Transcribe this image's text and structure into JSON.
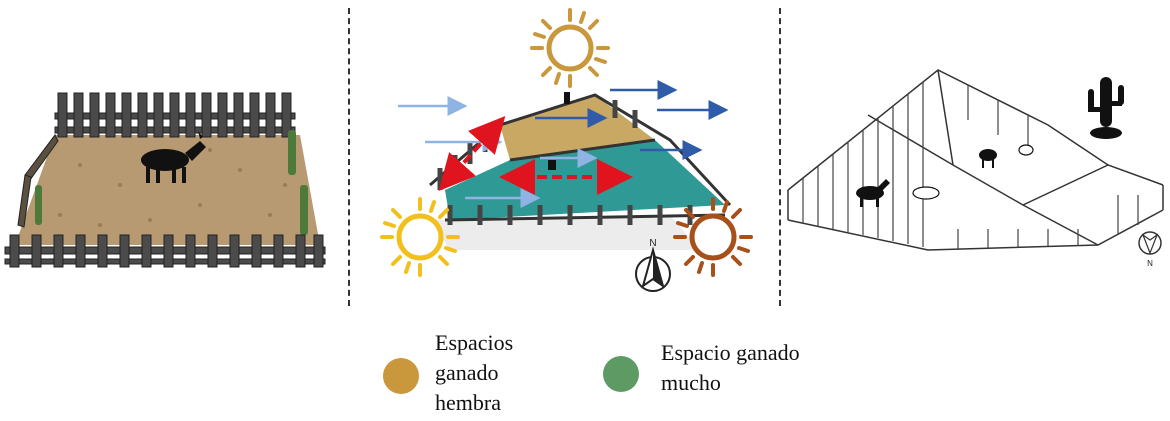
{
  "compass_letter": "N",
  "legend": [
    {
      "label_lines": [
        "Espacios",
        "ganado",
        "hembra"
      ],
      "color": "#c9973c"
    },
    {
      "label_lines": [
        "Espacio ganado",
        "mucho"
      ],
      "color": "#5e9a63"
    }
  ],
  "colors": {
    "sun_gold": "#c9973c",
    "sun_yellow": "#f2c01c",
    "sun_brown": "#a8501a",
    "wind_light": "#8fb3e3",
    "wind_dark": "#2f5ba8",
    "dashed_red": "#e0141e",
    "female_area": "#c9a864",
    "male_area": "#2f9a95"
  },
  "icons": [
    "sun-icon",
    "compass-icon",
    "wind-arrow-icon",
    "goat-icon",
    "cactus-icon",
    "fence-icon"
  ]
}
